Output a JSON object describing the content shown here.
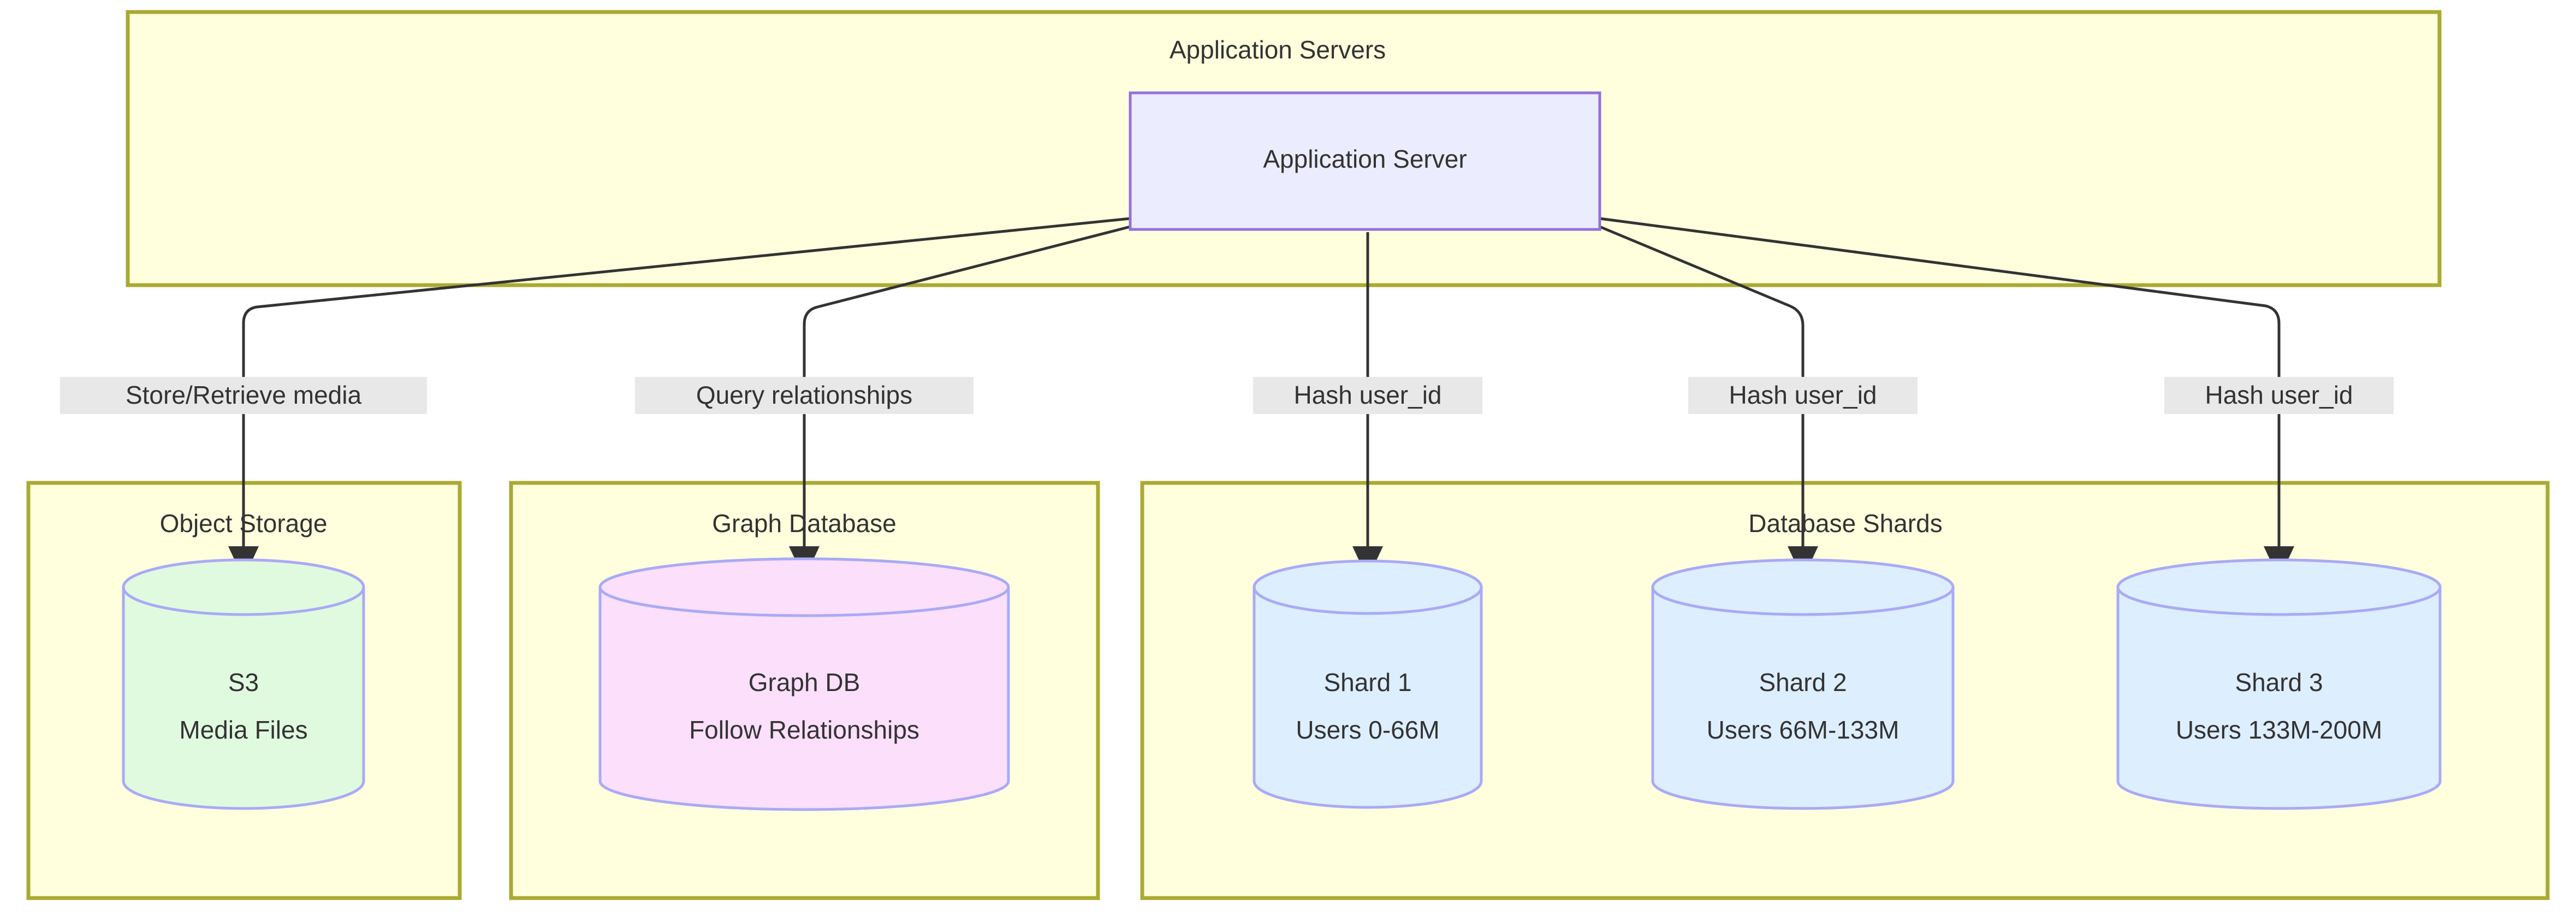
{
  "diagram": {
    "type": "architecture-flowchart",
    "background": "#ffffff",
    "palette": {
      "cluster_fill": "#ffffde",
      "cluster_stroke": "#aaaa33",
      "node_fill": "#ececff",
      "node_stroke": "#9370db",
      "storage_fill": "#e0fae0",
      "graphdb_fill": "#fbdffb",
      "shard_fill": "#ddeeff",
      "cylinder_stroke": "#aaaaf5",
      "edge_stroke": "#333333",
      "edge_label_bg": "#e8e8e8",
      "text": "#333333"
    }
  },
  "clusters": [
    {
      "id": "application-servers",
      "title": "Application Servers"
    },
    {
      "id": "object-storage",
      "title": "Object Storage"
    },
    {
      "id": "graph-database",
      "title": "Graph Database"
    },
    {
      "id": "database-shards",
      "title": "Database Shards"
    }
  ],
  "nodes": {
    "app_server": {
      "label": "Application Server",
      "shape": "rect"
    },
    "s3": {
      "shape": "cylinder",
      "line1": "S3",
      "line2": "Media Files"
    },
    "graph_db": {
      "shape": "cylinder",
      "line1": "Graph DB",
      "line2": "Follow Relationships"
    },
    "shard1": {
      "shape": "cylinder",
      "line1": "Shard 1",
      "line2": "Users 0-66M"
    },
    "shard2": {
      "shape": "cylinder",
      "line1": "Shard 2",
      "line2": "Users 66M-133M"
    },
    "shard3": {
      "shape": "cylinder",
      "line1": "Shard 3",
      "line2": "Users 133M-200M"
    }
  },
  "edges": [
    {
      "id": "e1",
      "from": "app_server",
      "to": "s3",
      "label": "Store/Retrieve media"
    },
    {
      "id": "e2",
      "from": "app_server",
      "to": "graph_db",
      "label": "Query relationships"
    },
    {
      "id": "e3",
      "from": "app_server",
      "to": "shard1",
      "label": "Hash user_id"
    },
    {
      "id": "e4",
      "from": "app_server",
      "to": "shard2",
      "label": "Hash user_id"
    },
    {
      "id": "e5",
      "from": "app_server",
      "to": "shard3",
      "label": "Hash user_id"
    }
  ]
}
